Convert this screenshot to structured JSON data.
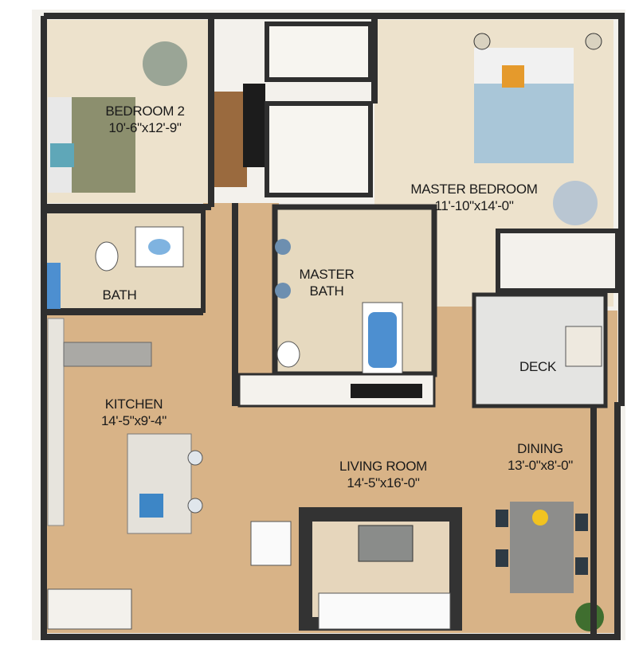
{
  "rooms": [
    {
      "name": "BEDROOM 2",
      "size": "10'-6\"x12'-9\""
    },
    {
      "name": "MASTER BEDROOM",
      "size": "11'-10\"x14'-0\""
    },
    {
      "name": "BATH",
      "size": ""
    },
    {
      "name": "MASTER BATH",
      "size": ""
    },
    {
      "name": "DECK",
      "size": ""
    },
    {
      "name": "KITCHEN",
      "size": "14'-5\"x9'-4\""
    },
    {
      "name": "LIVING ROOM",
      "size": "14'-5\"x16'-0\""
    },
    {
      "name": "DINING",
      "size": "13'-0\"x8'-0\""
    }
  ],
  "colors": {
    "wall": "#2f2f2f",
    "wood_floor": "#d8b387",
    "carpet": "#ede2cc",
    "tile": "#e6d9bf",
    "deck": "#e4e4e2"
  }
}
